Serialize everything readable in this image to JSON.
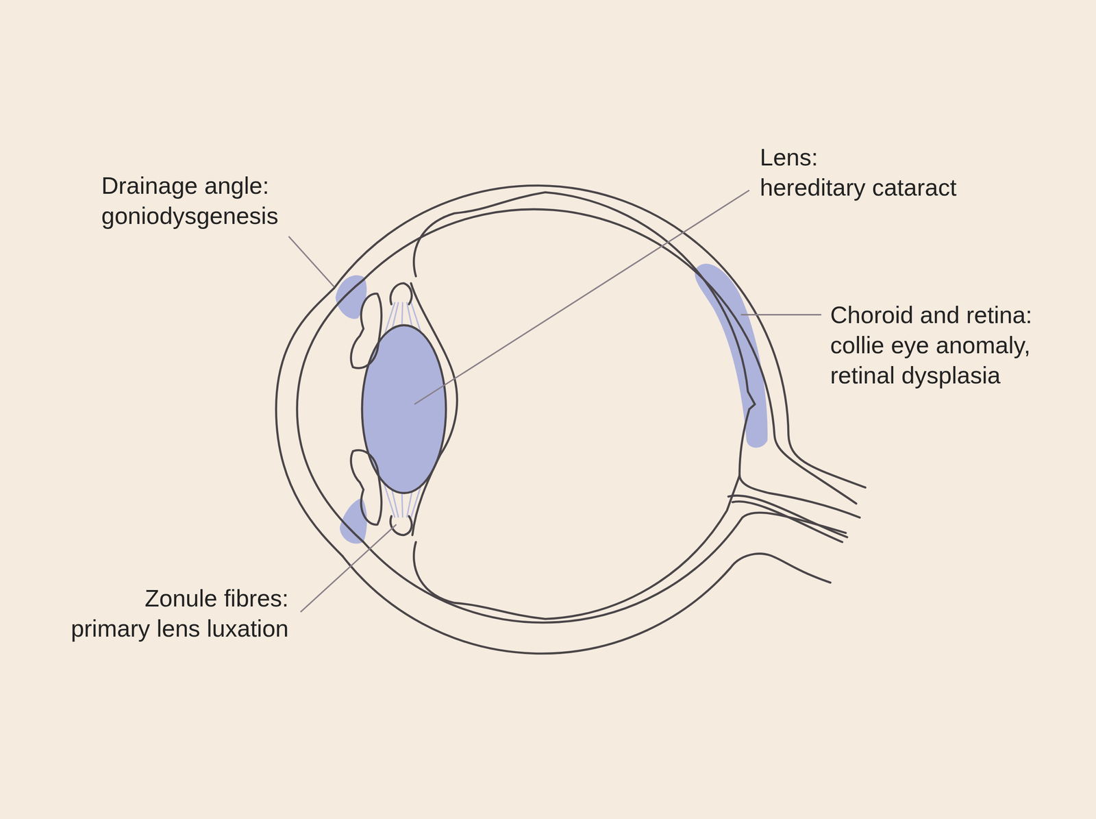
{
  "diagram": {
    "labels": [
      "Drainage angle:",
      "goniodysgenesis",
      "Lens:",
      "hereditary cataract",
      "Choroid and retina:",
      "collie eye anomaly, retinal dysplasia",
      "Zonule fibres:",
      "primary lens luxation"
    ]
  }
}
